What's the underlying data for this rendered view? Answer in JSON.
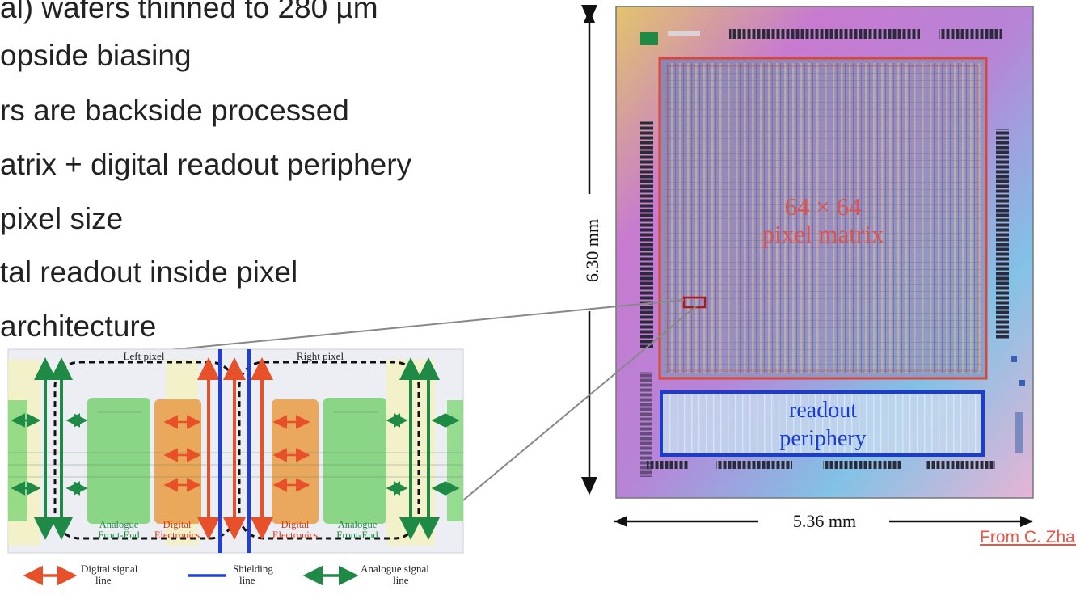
{
  "bullets": [
    "al)  wafers thinned to 280 µm",
    "opside biasing",
    "rs are backside processed",
    "atrix + digital readout periphery",
    " pixel size",
    "tal readout inside pixel",
    " architecture"
  ],
  "chip": {
    "matrix_label_line1": "64 × 64",
    "matrix_label_line2": "pixel matrix",
    "readout_line1": "readout",
    "readout_line2": "periphery",
    "height_label": "6.30 mm",
    "width_label": "5.36 mm"
  },
  "pixel_diagram": {
    "left_pixel": "Left pixel",
    "right_pixel": "Right pixel",
    "afe_left_1": "Analogue",
    "afe_left_2": "Front-End",
    "dig_left_1": "Digital",
    "dig_left_2": "Electronics",
    "dig_right_1": "Digital",
    "dig_right_2": "Electronics",
    "afe_right_1": "Analogue",
    "afe_right_2": "Front-End"
  },
  "legend": {
    "digital_1": "Digital signal",
    "digital_2": "line",
    "shielding_1": "Shielding",
    "shielding_2": "line",
    "analogue_1": "Analogue signal",
    "analogue_2": "line"
  },
  "credit": "From C. Zhang",
  "colors": {
    "digital": "#e8502a",
    "shielding": "#1f3fd6",
    "analogue": "#1f8a45",
    "matrix_outline": "#d9473a",
    "readout_outline": "#1a3ccf",
    "credit": "#e8554a"
  }
}
